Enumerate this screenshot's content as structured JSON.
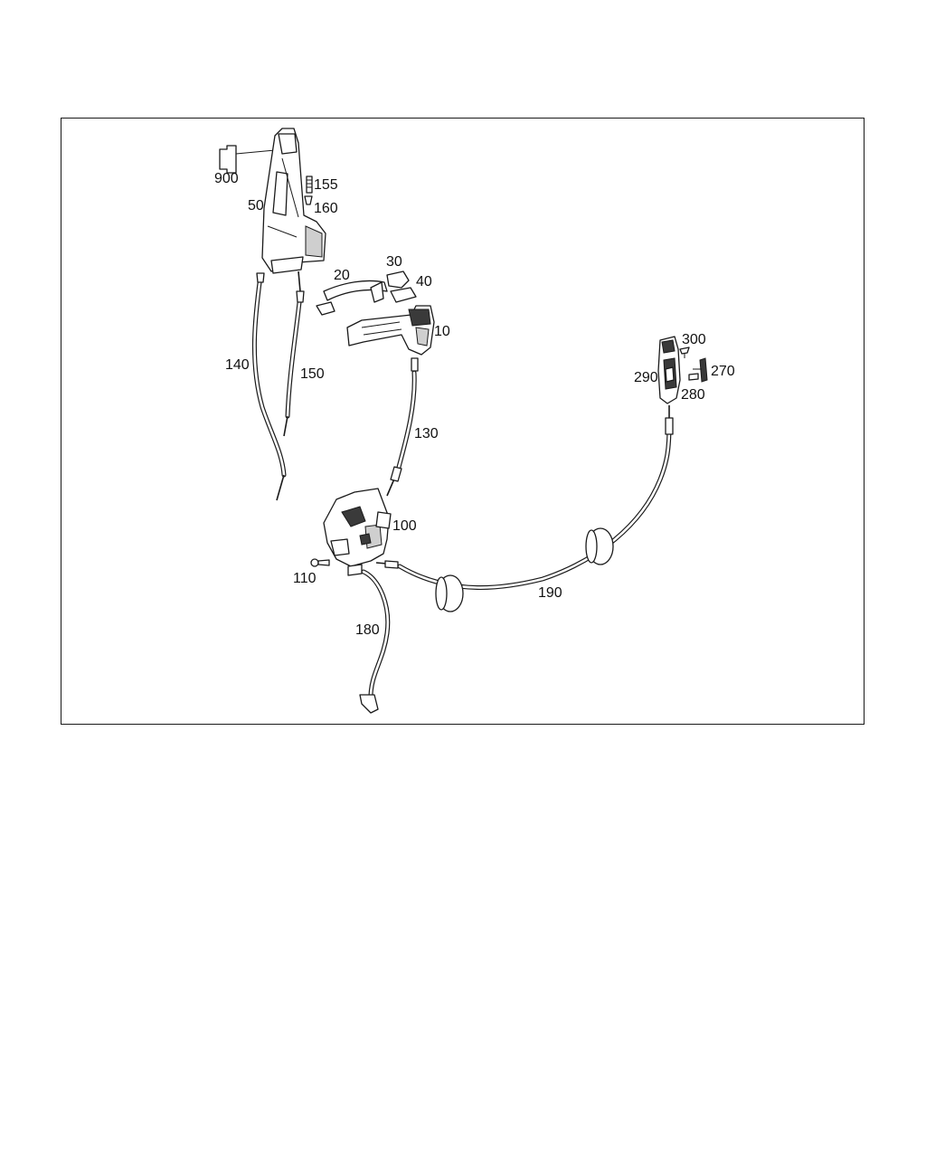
{
  "labels": {
    "p900": "900",
    "p50": "50",
    "p155": "155",
    "p160": "160",
    "p20": "20",
    "p30": "30",
    "p40": "40",
    "p10": "10",
    "p140": "140",
    "p150": "150",
    "p130": "130",
    "p300": "300",
    "p270": "270",
    "p290": "290",
    "p280": "280",
    "p100": "100",
    "p110": "110",
    "p190": "190",
    "p180": "180"
  }
}
